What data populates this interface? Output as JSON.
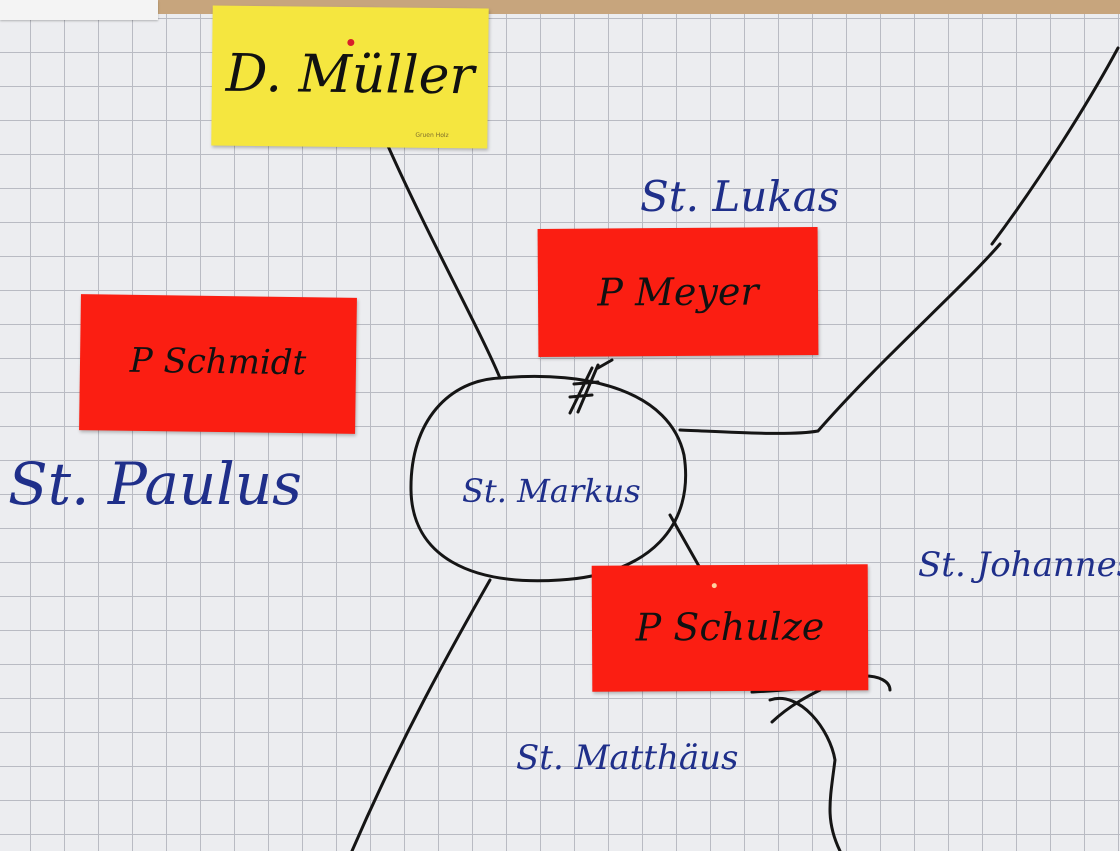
{
  "center": {
    "label": "St. Markus"
  },
  "notes": [
    {
      "text": "D. Müller",
      "small": "Gruen Holz"
    },
    {
      "text": "P Schmidt"
    },
    {
      "text": "P Meyer"
    },
    {
      "text": "P Schulze"
    }
  ],
  "labels": [
    {
      "text": "St. Lukas"
    },
    {
      "text": "St. Paulus"
    },
    {
      "text": "St. Johannes"
    },
    {
      "text": "St. Matthäus"
    }
  ],
  "colors": {
    "sticky_yellow": "#f5e63f",
    "sticky_red": "#fb1e12",
    "ink_blue": "#1f2f8a",
    "ink_black": "#111111"
  }
}
